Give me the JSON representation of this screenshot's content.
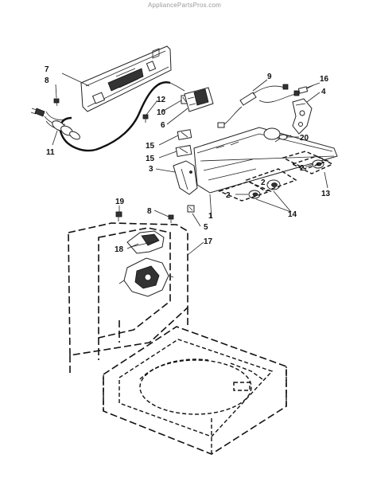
{
  "watermark": "AppliancePartsPros.com",
  "callouts": {
    "c7": "7",
    "c8a": "8",
    "c11": "11",
    "c12": "12",
    "c10": "10",
    "c6": "6",
    "c9": "9",
    "c16": "16",
    "c4": "4",
    "c15a": "15",
    "c15b": "15",
    "c3": "3",
    "c20": "20",
    "c2a": "2",
    "c2b": "2",
    "c2c": "2",
    "c13": "13",
    "c14": "14",
    "c1": "1",
    "c5": "5",
    "c19": "19",
    "c8b": "8",
    "c17": "17",
    "c18": "18"
  }
}
